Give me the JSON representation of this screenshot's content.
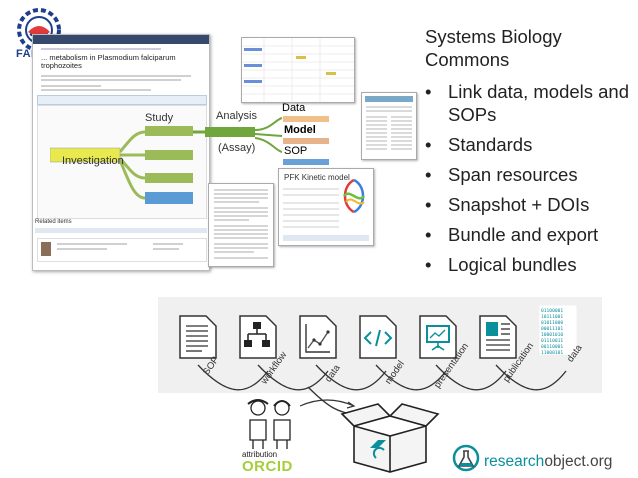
{
  "logo": {
    "text": "FAIRDOM"
  },
  "screenshot": {
    "title": "... metabolism in Plasmodium falciparum trophozoites",
    "related_heading": "Related items"
  },
  "diagram": {
    "investigation": "Investigation",
    "study": "Study",
    "analysis": "Analysis",
    "assay": "(Assay)",
    "data": "Data",
    "model": "Model",
    "sop": "SOP"
  },
  "model_thumb": {
    "title": "PFK Kinetic model"
  },
  "right_panel": {
    "heading": "Systems Biology Commons",
    "bullets": [
      "Link data, models and SOPs",
      "Standards",
      "Span resources",
      "Snapshot + DOIs",
      "Bundle and export",
      "Logical bundles"
    ]
  },
  "bundle_items": [
    {
      "label": "SOP",
      "icon": "document-icon"
    },
    {
      "label": "workflow",
      "icon": "workflow-icon"
    },
    {
      "label": "data",
      "icon": "line-chart-icon"
    },
    {
      "label": "model",
      "icon": "code-icon"
    },
    {
      "label": "presentation",
      "icon": "presentation-icon"
    },
    {
      "label": "publication",
      "icon": "publication-icon"
    },
    {
      "label": "data",
      "icon": "binary-data-icon"
    }
  ],
  "attribution": {
    "label": "attribution",
    "orcid": "ORCID"
  },
  "researchobject": {
    "part1": "research",
    "part2": "object.org"
  },
  "colors": {
    "study": "#9bbb59",
    "investigation": "#e8e94f",
    "analysis": "#70a63c",
    "teal": "#0a8f9b",
    "orcid": "#a6ce39",
    "logo_blue": "#1d3f8c"
  }
}
